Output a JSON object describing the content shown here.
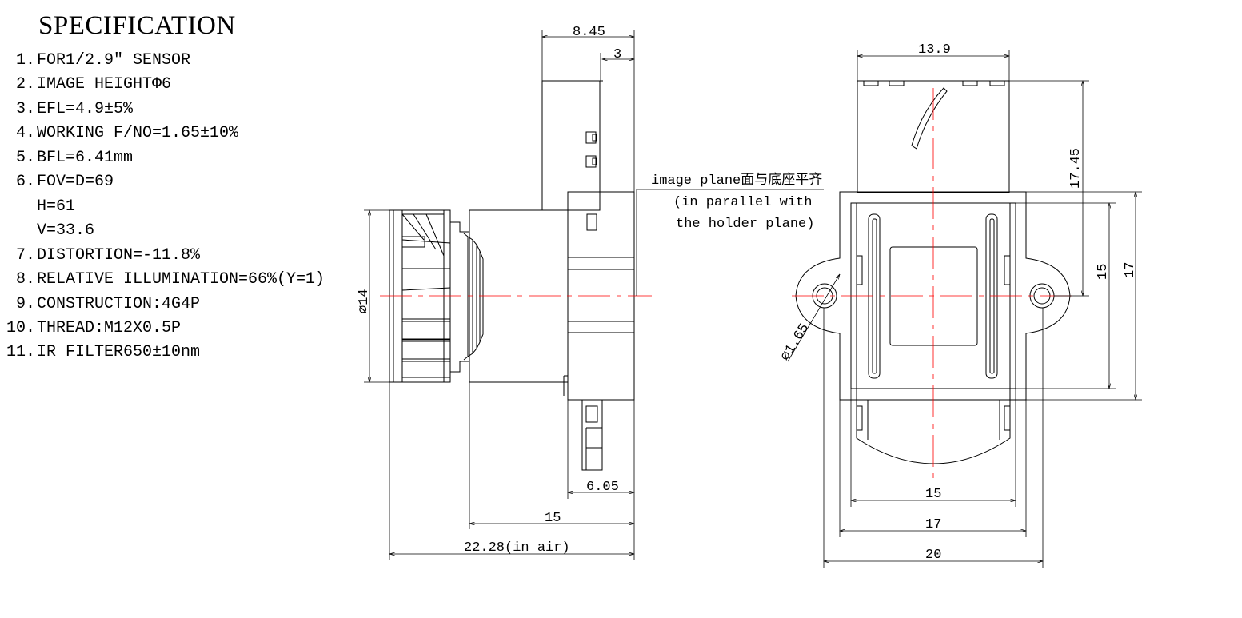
{
  "specification": {
    "title": "SPECIFICATION",
    "items": [
      {
        "num": "1.",
        "text": "FOR1/2.9″ SENSOR"
      },
      {
        "num": "2.",
        "text": "IMAGE HEIGHTΦ6"
      },
      {
        "num": "3.",
        "text": "EFL=4.9±5%"
      },
      {
        "num": "4.",
        "text": "WORKING F/NO=1.65±10%"
      },
      {
        "num": "5.",
        "text": "BFL=6.41mm"
      },
      {
        "num": "6.",
        "text": "FOV=D=69"
      },
      {
        "num": "",
        "text": "H=61"
      },
      {
        "num": "",
        "text": "V=33.6"
      },
      {
        "num": "7.",
        "text": "DISTORTION=-11.8%"
      },
      {
        "num": "8.",
        "text": "RELATIVE ILLUMINATION=66%(Y=1)"
      },
      {
        "num": "9.",
        "text": "CONSTRUCTION:4G4P"
      },
      {
        "num": "10.",
        "text": "THREAD:M12X0.5P"
      },
      {
        "num": "11.",
        "text": "IR FILTER650±10nm"
      }
    ]
  },
  "side_view": {
    "dim_top_total": "8.45",
    "dim_top_small": "3",
    "dim_diameter": "⌀14",
    "dim_bottom_small": "6.05",
    "dim_bottom_mid": "15",
    "dim_bottom_total": "22.28(in air)"
  },
  "note": {
    "line1": "image plane面与底座平齐",
    "line2": "(in parallel with",
    "line3": "the holder plane)"
  },
  "front_view": {
    "dim_top_width": "13.9",
    "dim_height_upper": "17.45",
    "dim_height_inner": "15",
    "dim_height_outer": "17",
    "dim_hole": "⌀1.65",
    "dim_width_inner": "15",
    "dim_width_mid": "17",
    "dim_width_total": "20"
  },
  "colors": {
    "line": "#000000",
    "centerline": "#ff0000"
  }
}
